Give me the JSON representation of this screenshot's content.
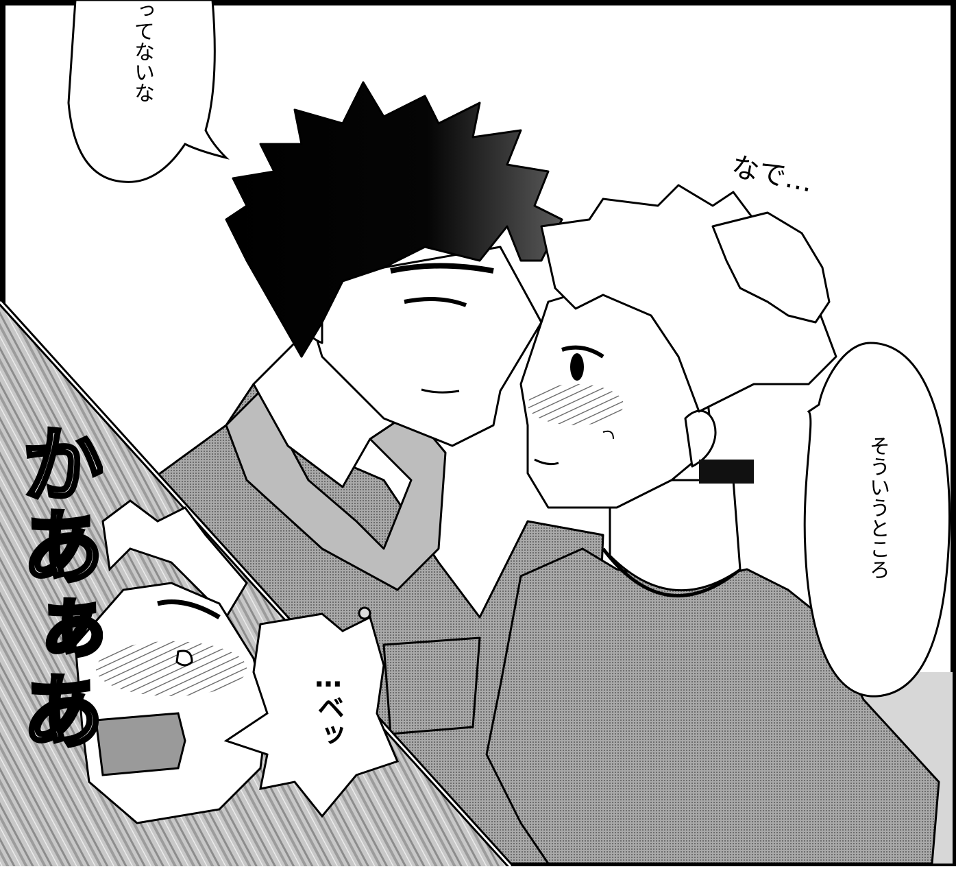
{
  "panel": {
    "top_bubble_text": "ってないな",
    "sfx_nade": "なで…",
    "right_bubble_text": "そういうところ",
    "spiky_bubble_text": "…ベッ",
    "sfx_kaaa": "かあぁあ"
  },
  "colors": {
    "ink": "#000000",
    "paper": "#ffffff",
    "shirt_dark": "#6f6f6f",
    "shirt_light": "#8a8a8a",
    "speedline_bg": "#bdbdbd"
  }
}
